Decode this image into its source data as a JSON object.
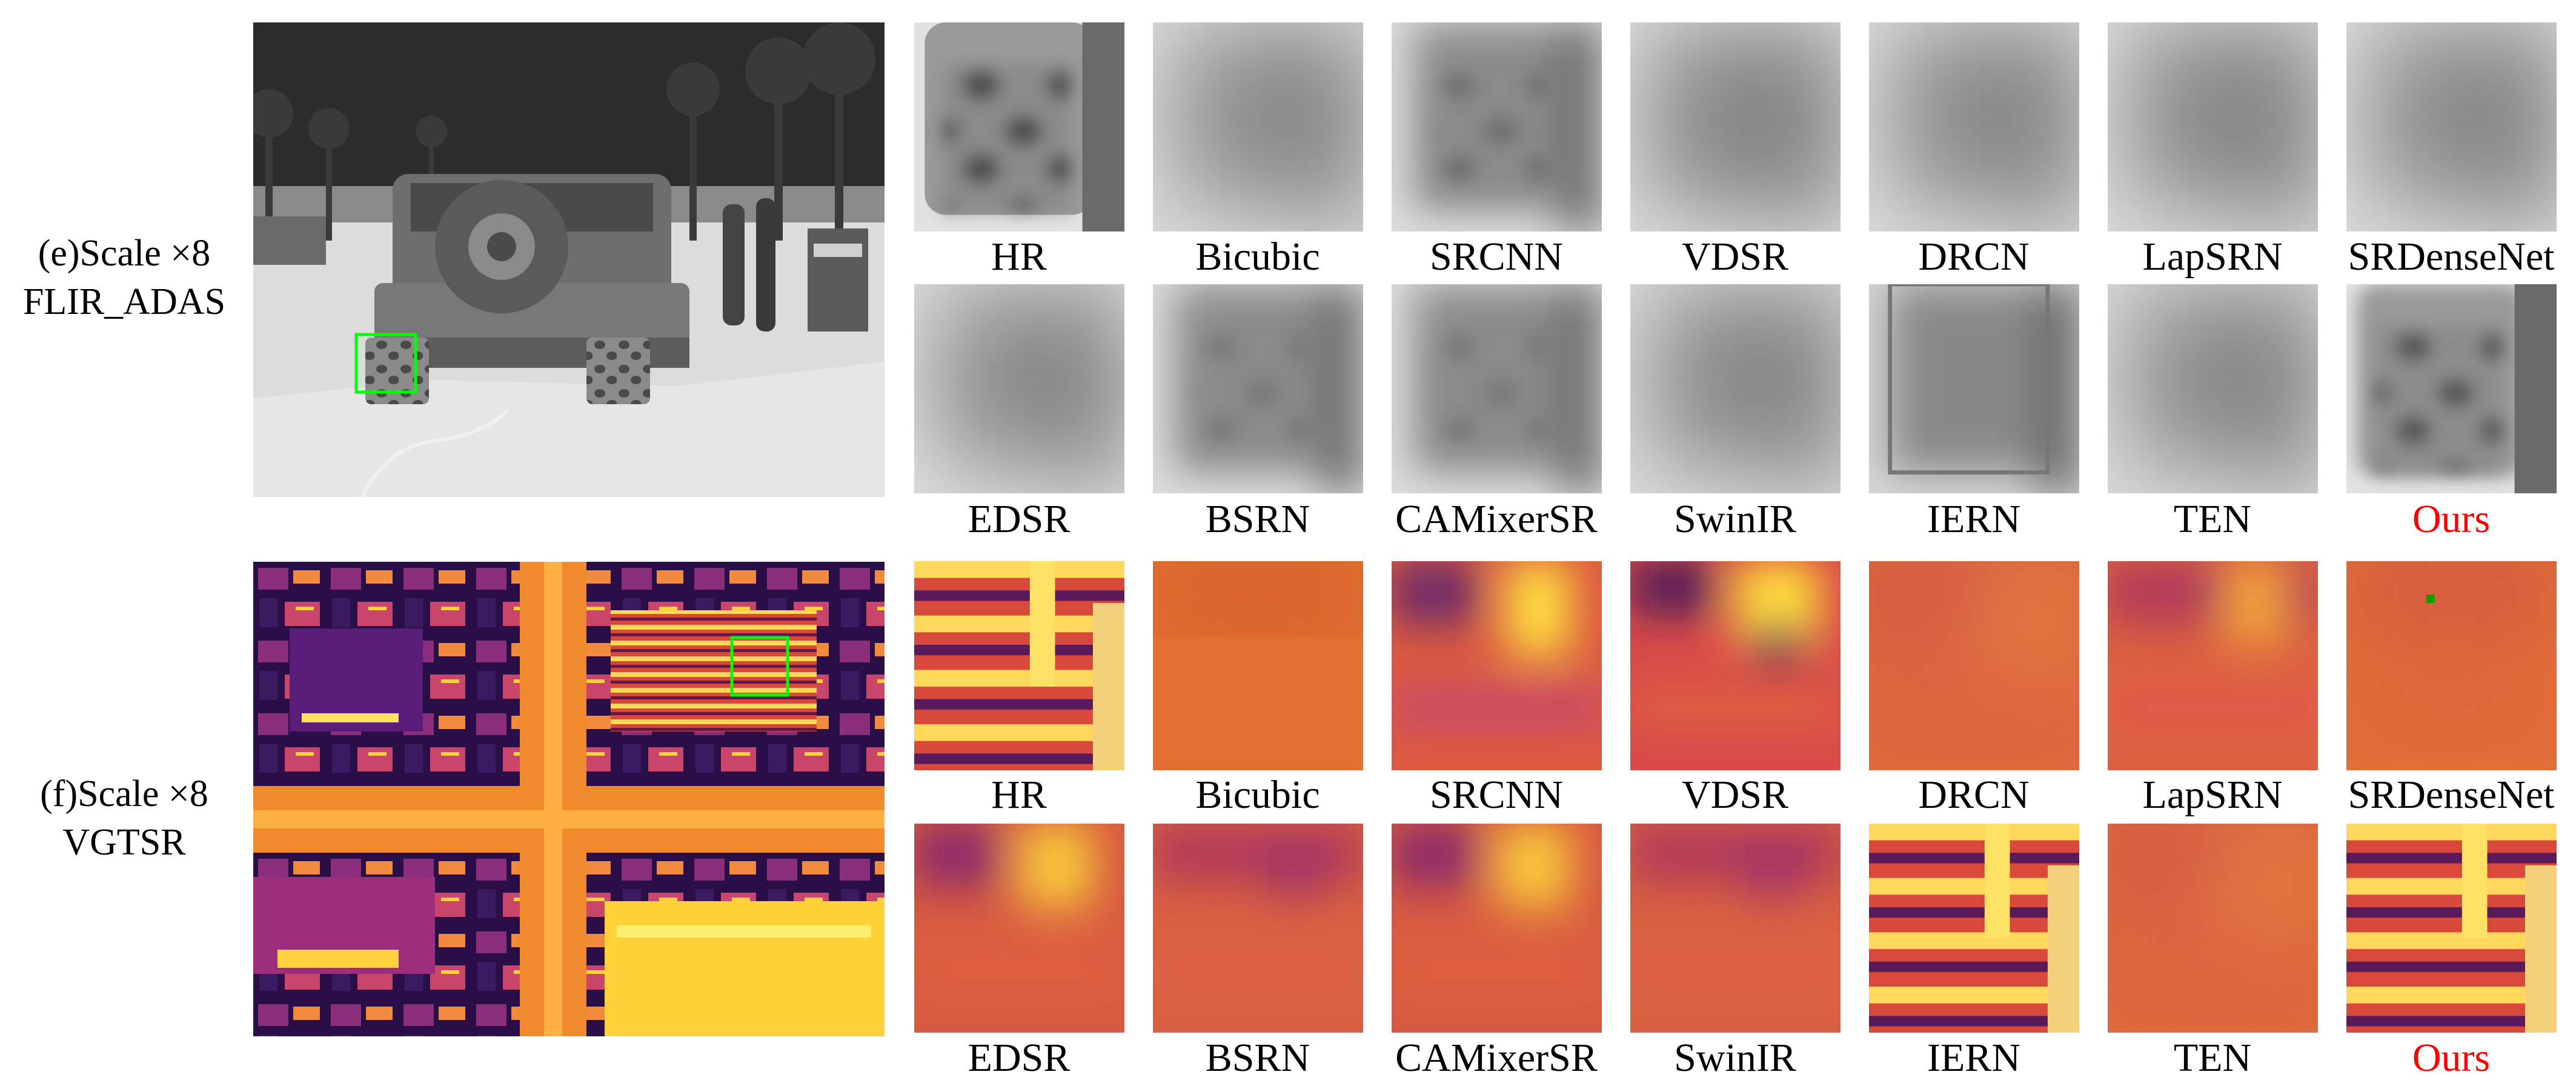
{
  "colors": {
    "ours": "#ff0000",
    "roi_box": "#00ff00"
  },
  "section_e": {
    "scale_label": "(e)Scale ×8",
    "dataset_label": "FLIR_ADAS",
    "row1": [
      "HR",
      "Bicubic",
      "SRCNN",
      "VDSR",
      "DRCN",
      "LapSRN",
      "SRDenseNet"
    ],
    "row2": [
      "EDSR",
      "BSRN",
      "CAMixerSR",
      "SwinIR",
      "IERN",
      "TEN",
      "Ours"
    ]
  },
  "section_f": {
    "scale_label": "(f)Scale ×8",
    "dataset_label": "VGTSR",
    "row1": [
      "HR",
      "Bicubic",
      "SRCNN",
      "VDSR",
      "DRCN",
      "LapSRN",
      "SRDenseNet"
    ],
    "row2": [
      "EDSR",
      "BSRN",
      "CAMixerSR",
      "SwinIR",
      "IERN",
      "TEN",
      "Ours"
    ]
  }
}
